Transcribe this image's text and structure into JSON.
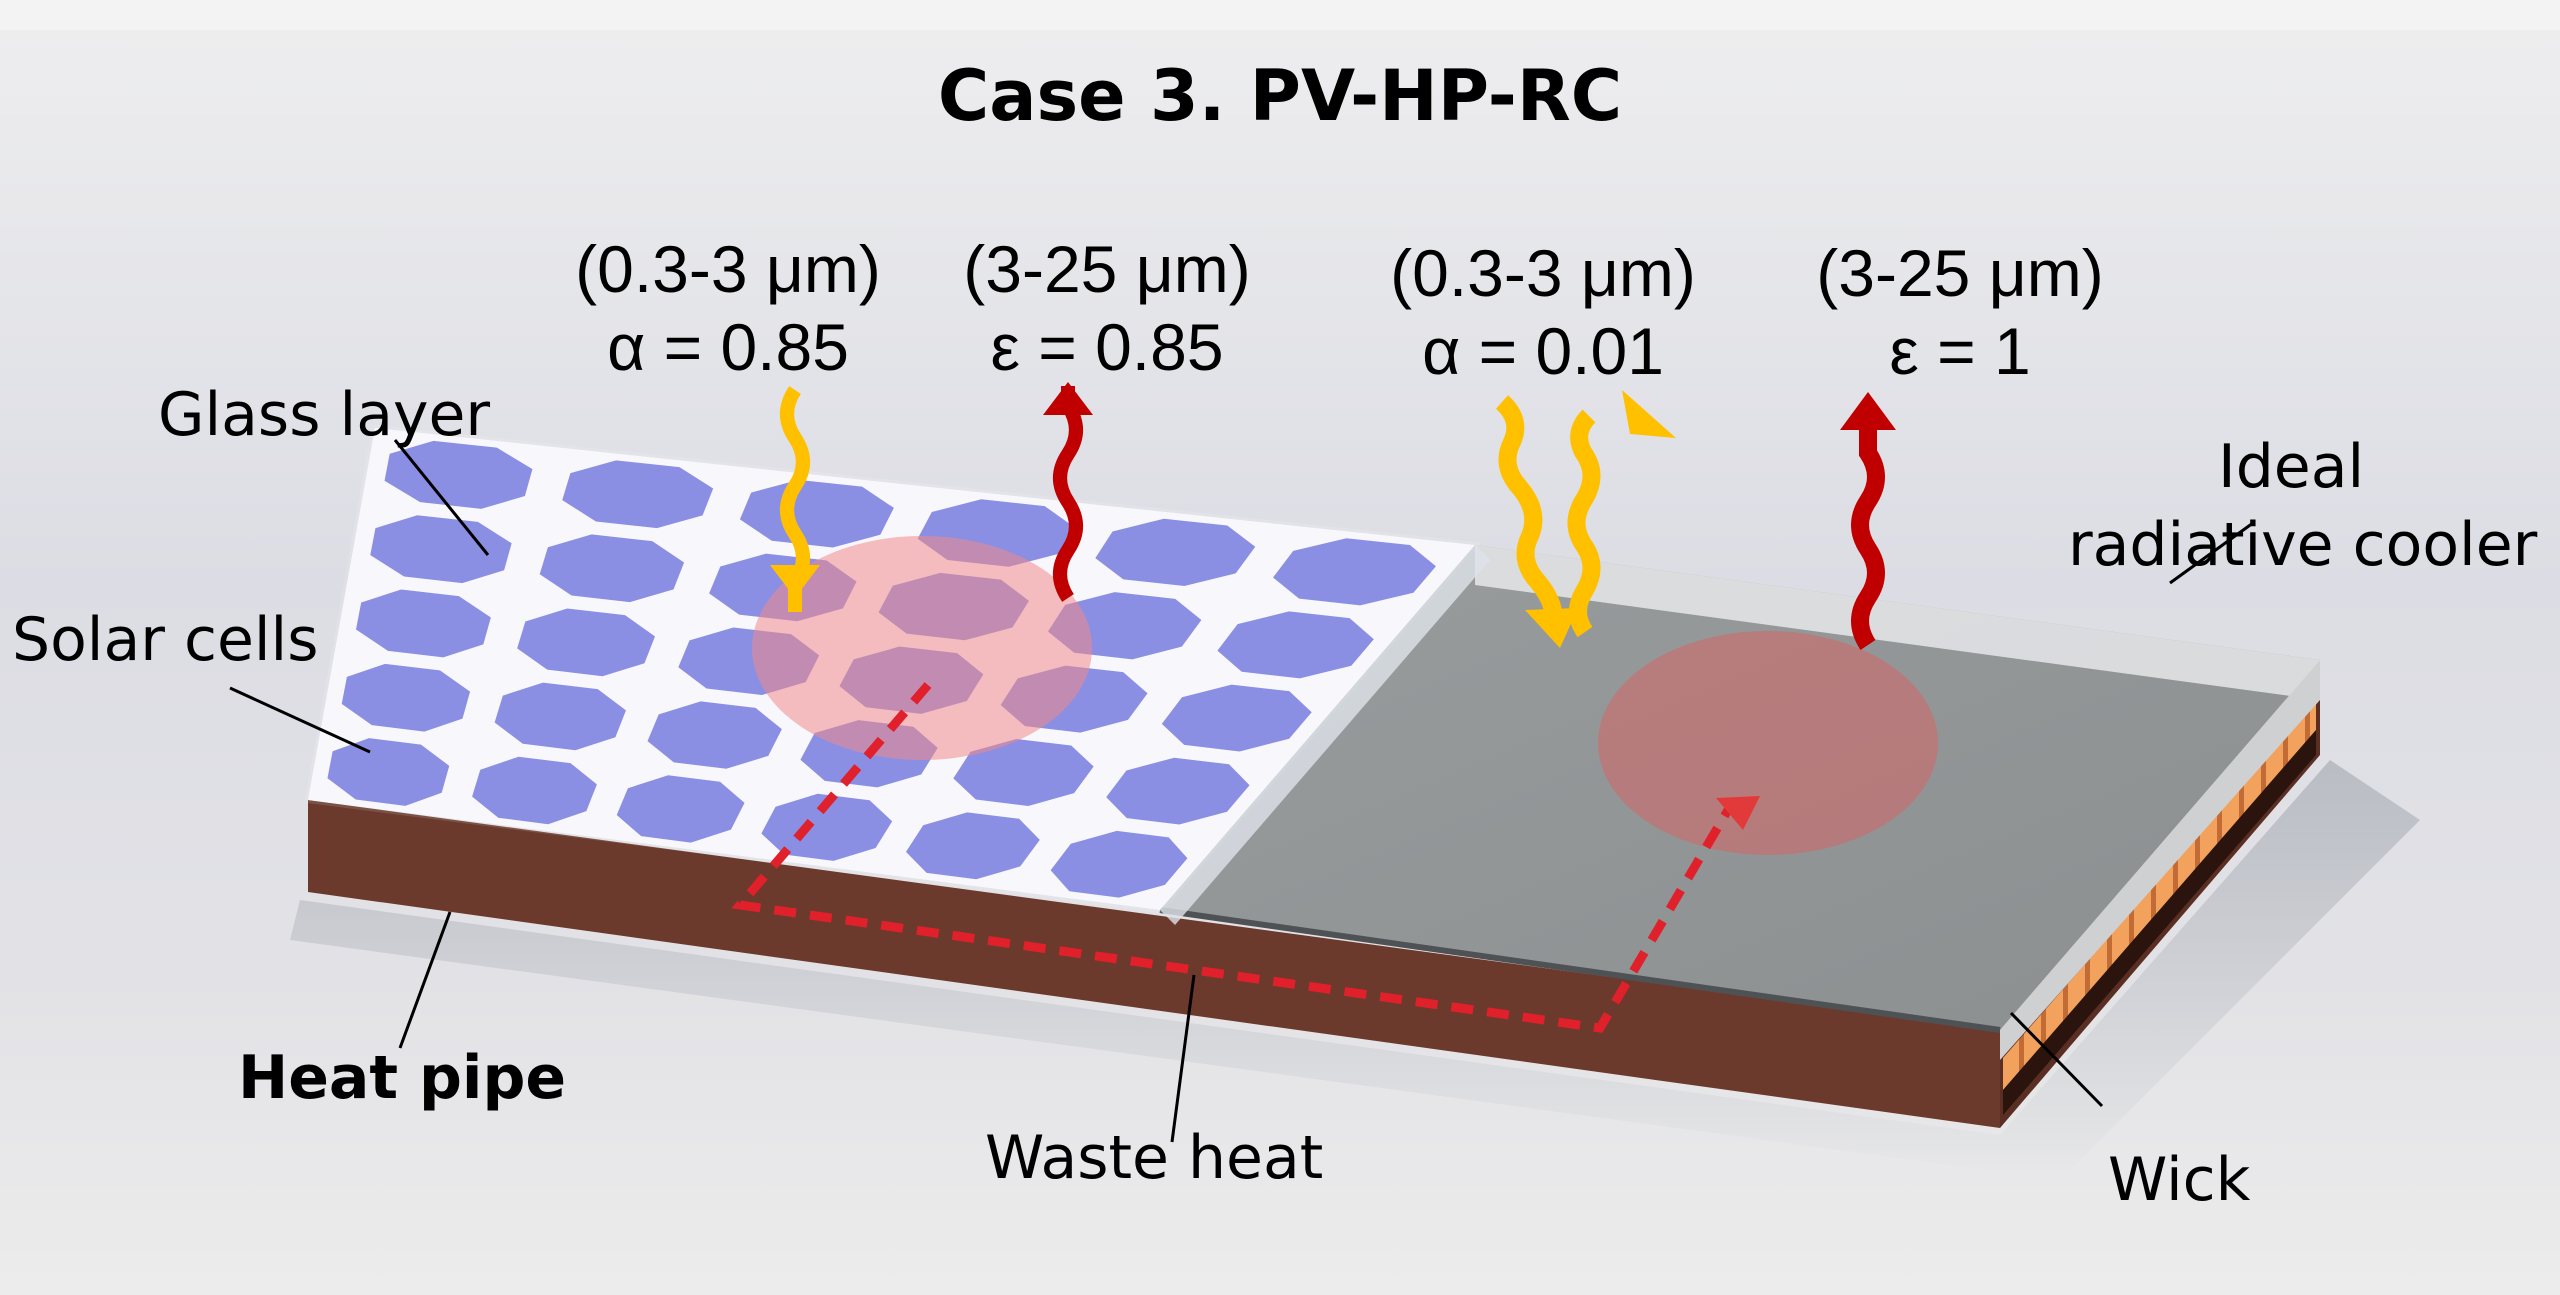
{
  "title": "Case 3. PV-HP-RC",
  "pv_side": {
    "absorption": {
      "band": "(0.3-3 μm)",
      "value": "α = 0.85"
    },
    "emission": {
      "band": "(3-25 μm)",
      "value": "ε = 0.85"
    }
  },
  "rc_side": {
    "absorption": {
      "band": "(0.3-3 μm)",
      "value": "α = 0.01"
    },
    "emission": {
      "band": "(3-25 μm)",
      "value": "ε = 1"
    }
  },
  "labels": {
    "glass_layer": "Glass layer",
    "solar_cells": "Solar cells",
    "heat_pipe": "Heat pipe",
    "waste_heat": "Waste heat",
    "ideal_rc_line1": "Ideal",
    "ideal_rc_line2": "radiative cooler",
    "wick": "Wick"
  },
  "colors": {
    "solar_ray": "#ffc000",
    "thermal_ray": "#c00000",
    "solar_cell": "#7b80e0",
    "heat_pipe": "#6b3a2c",
    "cooler_surface": "#8f9394",
    "hot_spot": "#e35a5a",
    "wick": "#f0a060",
    "heat_path": "#e0202a"
  }
}
